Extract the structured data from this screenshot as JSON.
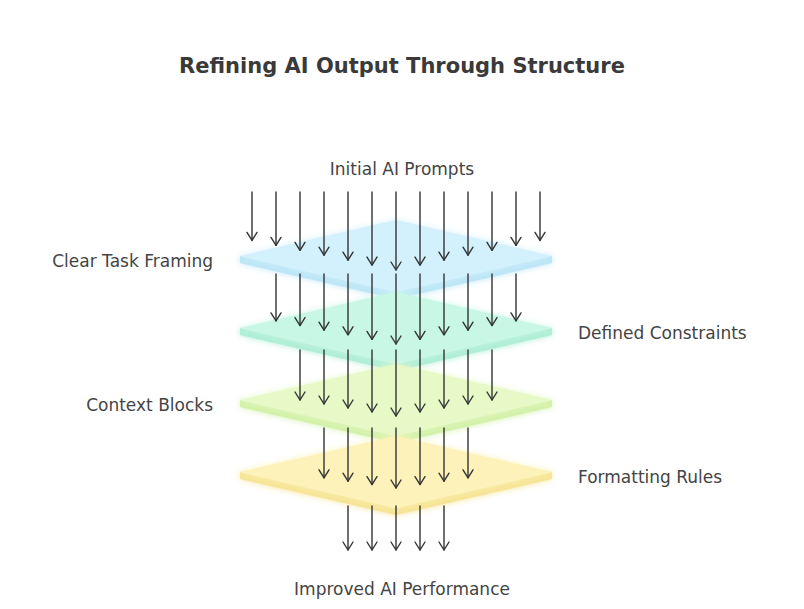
{
  "diagram": {
    "title": "Refining AI Output Through Structure",
    "nodes": [
      {
        "text": [
          "Clear Task Framing"
        ]
      },
      {
        "text": [
          "Defined Constraints"
        ]
      },
      {
        "text": [
          "Context Blocks"
        ]
      },
      {
        "text": [
          "Formatting Rules"
        ]
      }
    ],
    "labels": [
      "Initial AI Prompts",
      "Improved AI Performance"
    ]
  }
}
